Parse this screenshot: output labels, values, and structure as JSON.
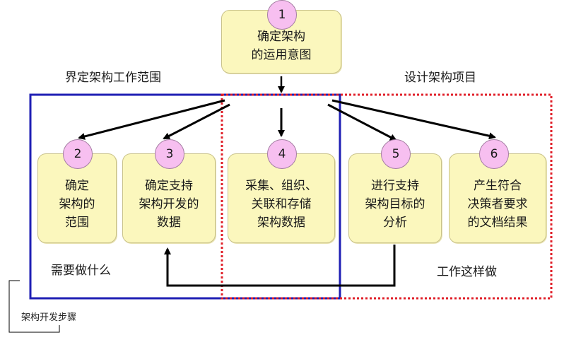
{
  "regions": {
    "scope_title": "界定架构工作范围",
    "design_title": "设计架构项目",
    "what_label": "需要做什么",
    "how_label": "工作这样做"
  },
  "steps": [
    {
      "num": "1",
      "text": "确定架构\n的运用意图"
    },
    {
      "num": "2",
      "text": "确定\n架构的\n范围"
    },
    {
      "num": "3",
      "text": "确定支持\n架构开发的\n数据"
    },
    {
      "num": "4",
      "text": "采集、组织、\n关联和存储\n架构数据"
    },
    {
      "num": "5",
      "text": "进行支持\n架构目标的\n分析"
    },
    {
      "num": "6",
      "text": "产生符合\n决策者要求\n的文档结果"
    }
  ],
  "caption": "架构开发步骤",
  "colors": {
    "box_fill": "#fbf7bd",
    "badge_fill": "#f7bff0",
    "scope_border": "#1f1fb4",
    "design_border": "#e0202a"
  }
}
